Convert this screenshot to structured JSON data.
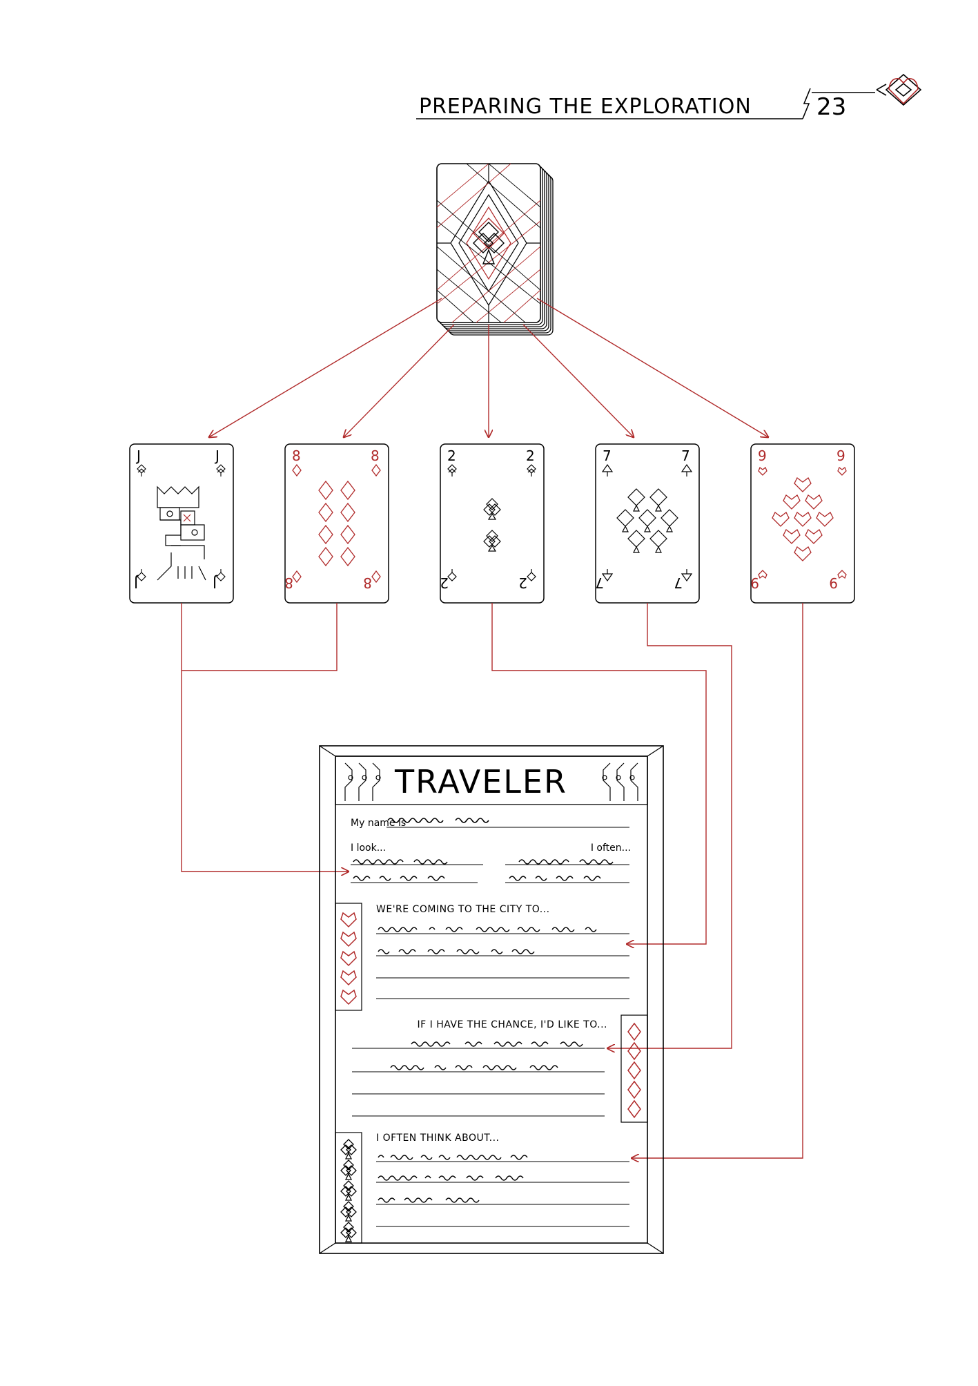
{
  "header": {
    "section_title": "PREPARING THE EXPLORATION",
    "page_number": "23"
  },
  "cards": [
    {
      "rank": "J",
      "suit": "club",
      "color": "#000000"
    },
    {
      "rank": "8",
      "suit": "diamond",
      "color": "#b02a2a"
    },
    {
      "rank": "2",
      "suit": "club",
      "color": "#000000"
    },
    {
      "rank": "7",
      "suit": "spade",
      "color": "#000000"
    },
    {
      "rank": "9",
      "suit": "heart",
      "color": "#b02a2a"
    }
  ],
  "sheet": {
    "title": "TRAVELER",
    "name_label": "My name is",
    "look_label": "I look...",
    "often_label": "I often...",
    "coming_label": "WE'RE COMING TO THE CITY TO...",
    "chance_label": "IF I HAVE THE CHANCE, I'D LIKE TO...",
    "think_label": "I OFTEN THINK ABOUT..."
  },
  "colors": {
    "accent": "#b02a2a",
    "ink": "#000000"
  }
}
